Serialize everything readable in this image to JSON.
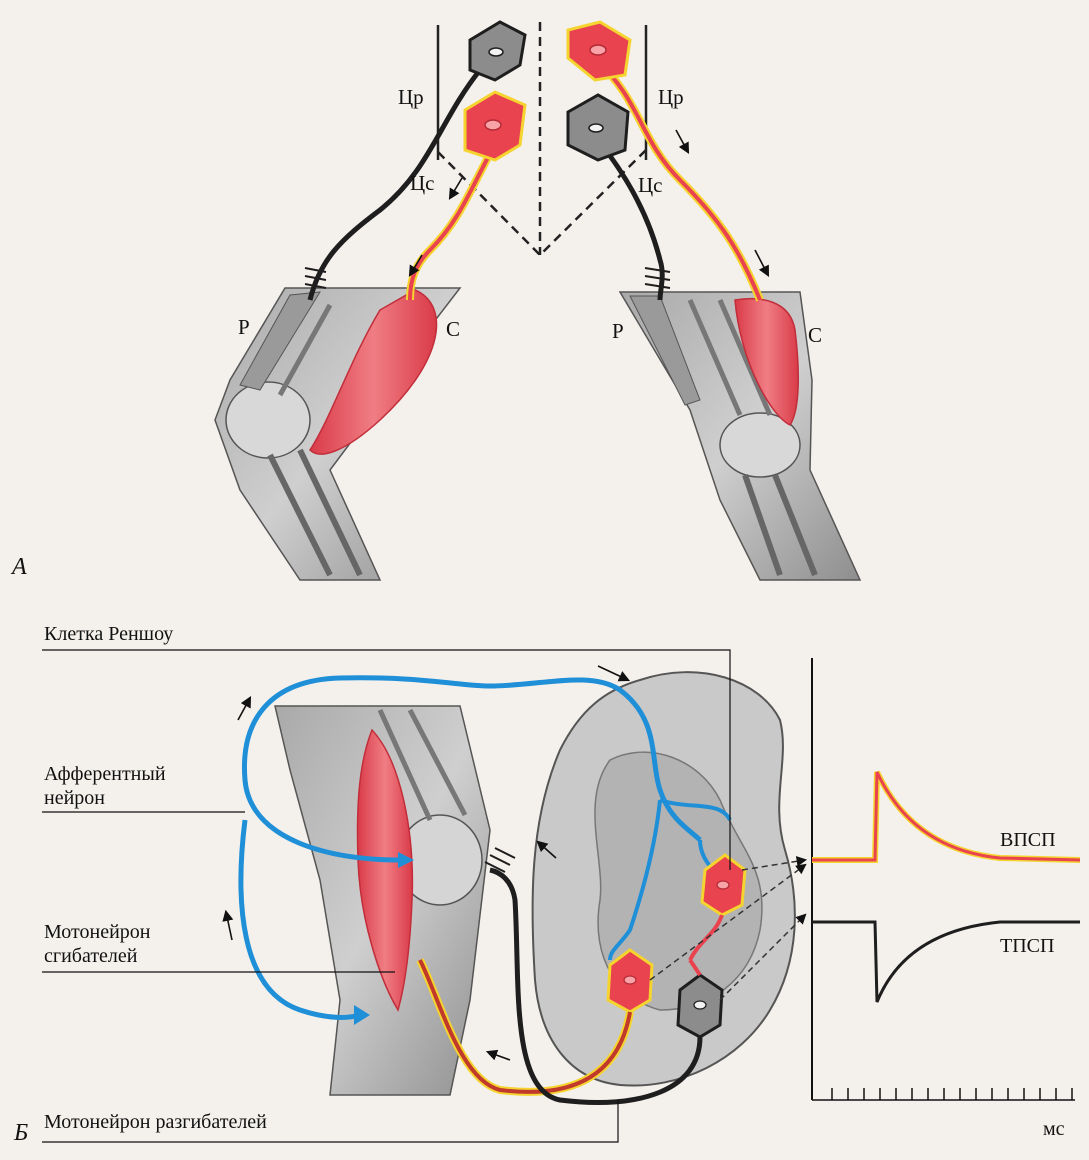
{
  "panel_a": {
    "label": "А",
    "left": {
      "central_extensor": "Цр",
      "central_flexor": "Цс",
      "extensor_muscle": "Р",
      "flexor_muscle": "С"
    },
    "right": {
      "central_extensor": "Цр",
      "central_flexor": "Цс",
      "extensor_muscle": "Р",
      "flexor_muscle": "С"
    }
  },
  "panel_b": {
    "label": "Б",
    "renshaw_cell": "Клетка Реншоу",
    "afferent_line1": "Афферентный",
    "afferent_line2": "нейрон",
    "flexor_mn_line1": "Мотонейрон",
    "flexor_mn_line2": "сгибателей",
    "extensor_mn": "Мотонейрон разгибателей",
    "epsp": "ВПСП",
    "ipsp": "ТПСП",
    "time_unit": "мс"
  },
  "colors": {
    "excitatory": "#e8434f",
    "excitatory_edge": "#f5d430",
    "afferent": "#1f8fd8",
    "inhibitory": "#2a2a2a",
    "neuron_gray": "#8c8c8c",
    "spinal_gray": "#c9c9c9",
    "muscle": "#e8525c"
  }
}
